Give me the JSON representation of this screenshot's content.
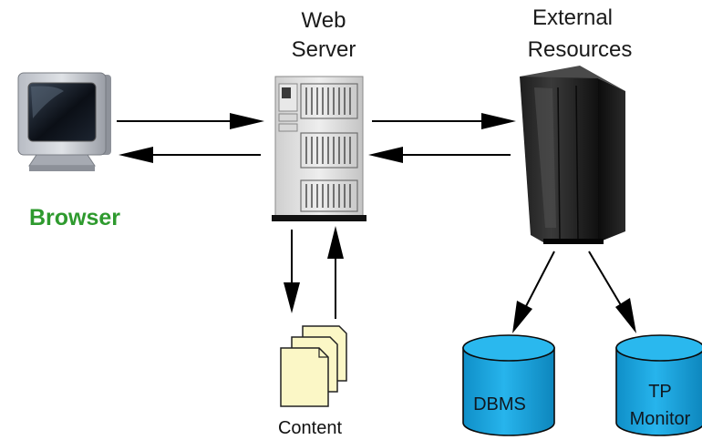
{
  "labels": {
    "web_server_line1": "Web",
    "web_server_line2": "Server",
    "external_line1": "External",
    "external_line2": "Resources",
    "browser": "Browser",
    "content": "Content",
    "dbms": "DBMS",
    "tp_line1": "TP",
    "tp_line2": "Monitor"
  },
  "colors": {
    "browser_label": "#2e9a2e",
    "cylinder_fill": "#1aa6e0",
    "cylinder_top": "#2ab8ee",
    "document_fill": "#fbf7c6",
    "arrow": "#000000"
  },
  "icons": {
    "browser": "crt-monitor-icon",
    "web_server": "server-tower-icon",
    "external": "mainframe-icon",
    "content": "document-stack-icon",
    "dbms": "database-cylinder-icon",
    "tp_monitor": "database-cylinder-icon"
  }
}
